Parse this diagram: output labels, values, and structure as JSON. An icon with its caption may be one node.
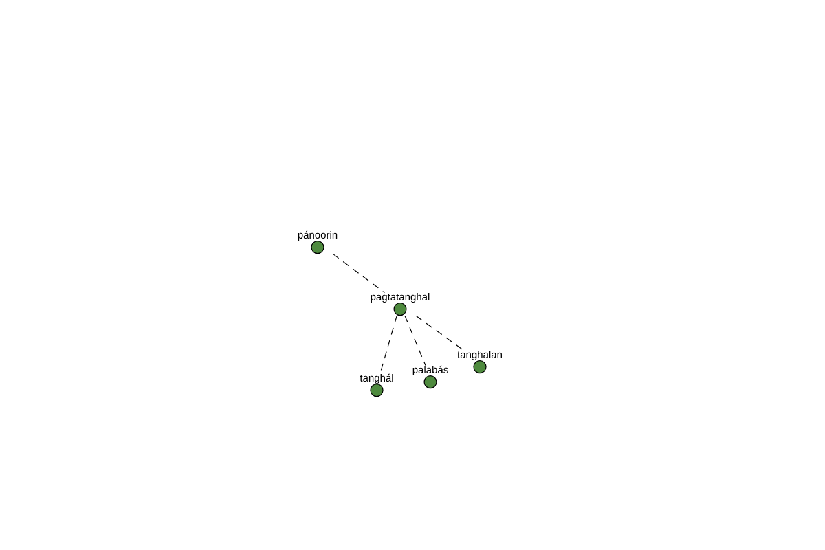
{
  "diagram": {
    "nodes": [
      {
        "text": [
          "pánoorin"
        ]
      },
      {
        "text": [
          "pagtatanghal"
        ]
      },
      {
        "text": [
          "tanghál"
        ]
      },
      {
        "text": [
          "palabás"
        ]
      },
      {
        "text": [
          "tanghalan"
        ]
      }
    ],
    "edges": [
      {
        "from": 0,
        "to": 1,
        "arrow": "none",
        "style": "dashed"
      },
      {
        "from": 1,
        "to": 2,
        "arrow": "none",
        "style": "dashed"
      },
      {
        "from": 1,
        "to": 3,
        "arrow": "none",
        "style": "dashed"
      },
      {
        "from": 1,
        "to": 4,
        "arrow": "none",
        "style": "dashed"
      }
    ]
  }
}
